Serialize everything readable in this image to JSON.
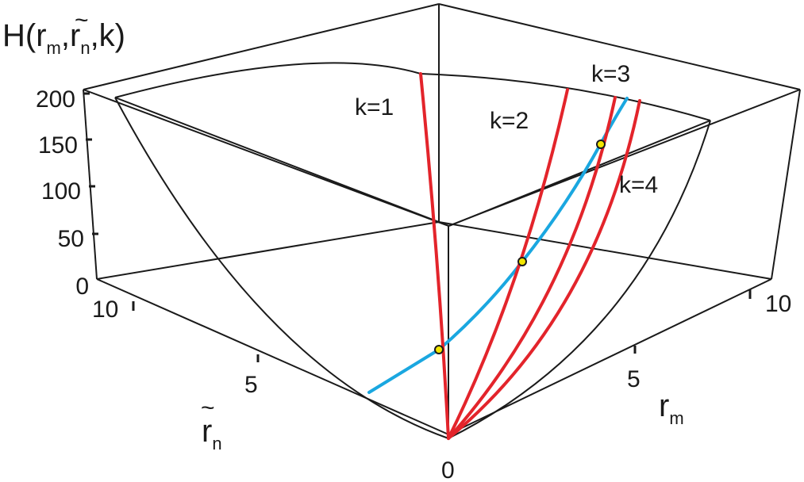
{
  "title": {
    "main": "H(r",
    "sub1": "m",
    "mid1": ",",
    "tilde_r": "r",
    "sub2": "n",
    "mid2": ",k)"
  },
  "axes": {
    "z_ticks": [
      "0",
      "50",
      "100",
      "150",
      "200"
    ],
    "rn_ticks": [
      "10",
      "5"
    ],
    "rm_ticks": [
      "10",
      "5"
    ],
    "origin": "0",
    "rn_label": "r",
    "rn_sub": "n",
    "rm_label": "r",
    "rm_sub": "m"
  },
  "curve_labels": [
    "k=1",
    "k=2",
    "k=3",
    "k=4"
  ],
  "colors": {
    "frame": "#1a1a1a",
    "k_curves": "#e3242b",
    "blue_curve": "#1aa7e0",
    "marker_fill": "#f2e600",
    "marker_stroke": "#1a1a1a"
  }
}
